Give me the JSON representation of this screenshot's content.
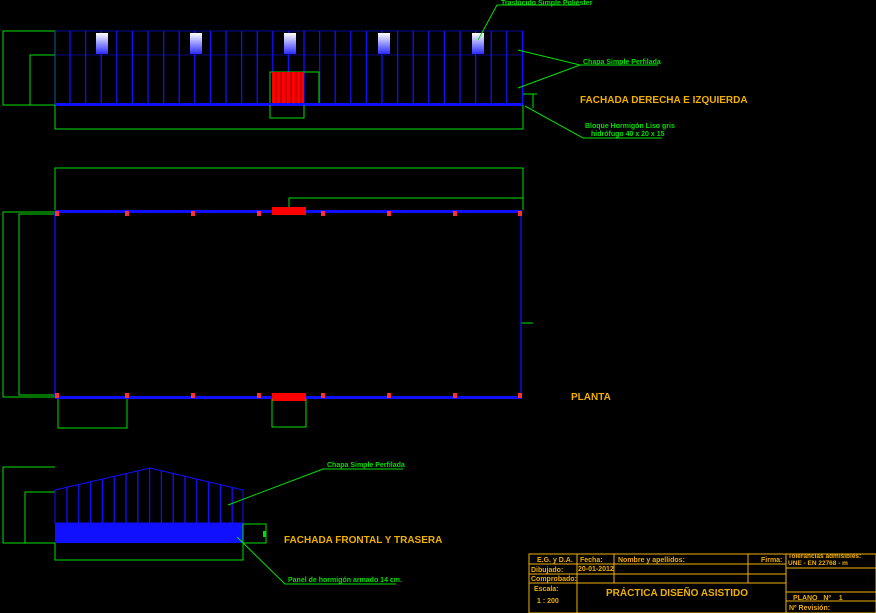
{
  "labels": {
    "skylight": "Traslúcido Simple Poliéster",
    "sheet_top": "Chapa Simple Perfilada",
    "block": "Bloque Hormigón Liso gris",
    "block2": "hidrófugo 40 x 20 x 15",
    "sheet_front": "Chapa Simple Perfilada",
    "panel": "Panel de hormigón armado 14 cm."
  },
  "titles": {
    "side": "FACHADA DERECHA E IZQUIERDA",
    "plan": "PLANTA",
    "front": "FACHADA FRONTAL Y TRASERA"
  },
  "title_block": {
    "org": "E.G. y D.A.",
    "fecha_label": "Fecha:",
    "nombre_label": "Nombre y apellidos:",
    "firma_label": "Firma:",
    "tolerancias": "Tolerancias admisibles: UNE - EN 22768 - m",
    "dibujado": "Dibujado:",
    "fecha": "20-01-2012",
    "comprobado": "Comprobado:",
    "escala_label": "Escala:",
    "escala": "1 : 200",
    "project": "PRÁCTICA DISEÑO ASISTIDO",
    "plano": "PLANO   Nº    1",
    "revision": "Nº Revisión:"
  },
  "colors": {
    "wall": "#1010ff",
    "door": "#ff0000",
    "dim": "#00e000",
    "text": "#f0b000"
  }
}
